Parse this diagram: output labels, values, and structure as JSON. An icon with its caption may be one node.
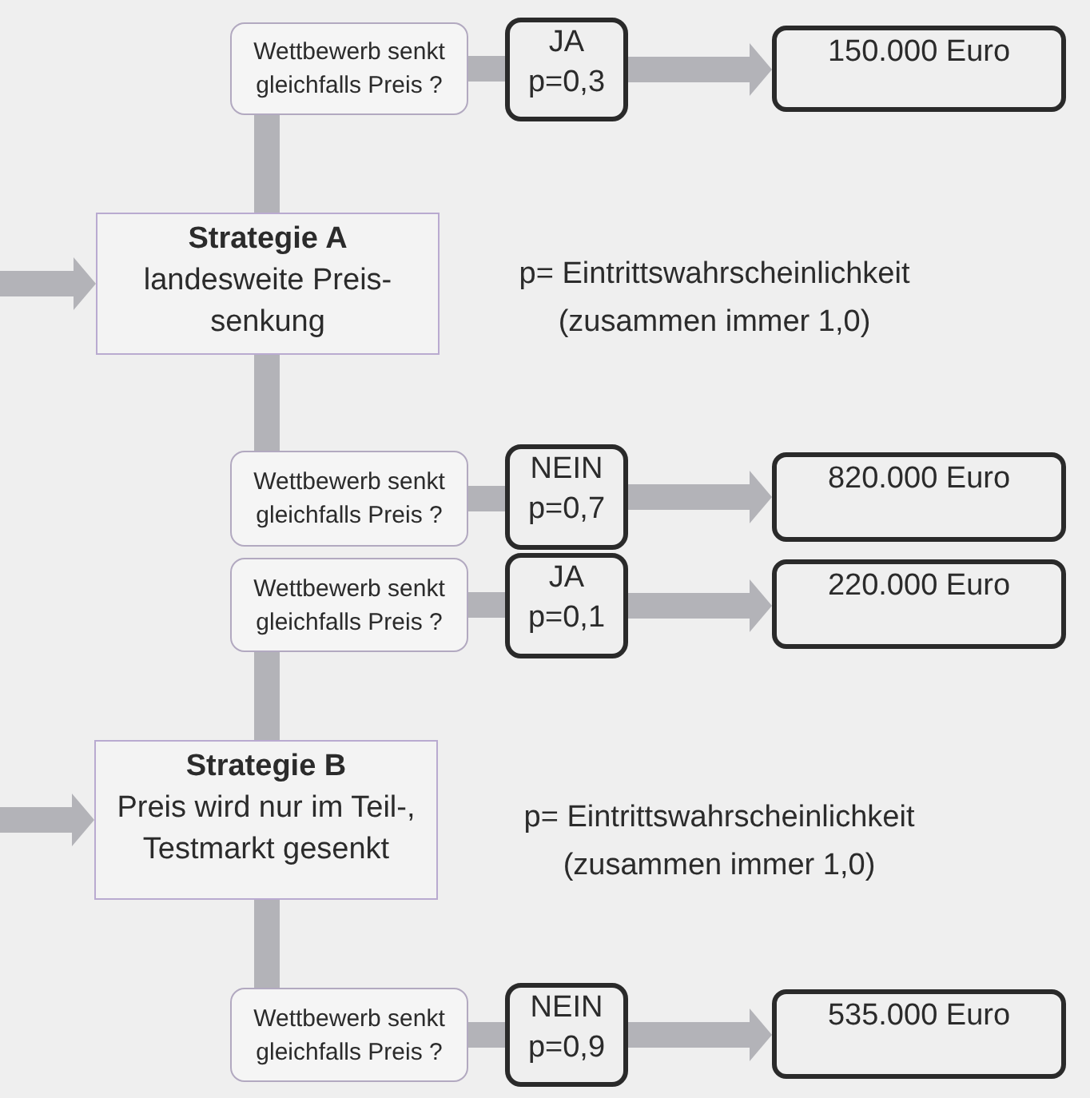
{
  "diagram": {
    "nodes": [
      {
        "text": [
          "Wettbewerb senkt gleichfalls Preis ?"
        ]
      },
      {
        "text": [
          "JA",
          "p=0,3"
        ]
      },
      {
        "text": [
          "150.000 Euro"
        ]
      },
      {
        "text": [
          "Strategie A",
          "landesweite Preis- senkung"
        ]
      },
      {
        "text": [
          "Wettbewerb senkt gleichfalls Preis ?"
        ]
      },
      {
        "text": [
          "NEIN",
          "p=0,7"
        ]
      },
      {
        "text": [
          "820.000 Euro"
        ]
      },
      {
        "text": [
          "Wettbewerb senkt gleichfalls Preis ?"
        ]
      },
      {
        "text": [
          "JA",
          "p=0,1"
        ]
      },
      {
        "text": [
          "220.000 Euro"
        ]
      },
      {
        "text": [
          "Strategie B",
          "Preis wird nur im Teil-, Testmarkt gesenkt"
        ]
      },
      {
        "text": [
          "Wettbewerb senkt gleichfalls Preis ?"
        ]
      },
      {
        "text": [
          "NEIN",
          "p=0,9"
        ]
      },
      {
        "text": [
          "535.000 Euro"
        ]
      }
    ],
    "edges": [
      {
        "from": null,
        "to": 3,
        "arrow": "to"
      },
      {
        "from": 3,
        "to": 0,
        "arrow": "none"
      },
      {
        "from": 0,
        "to": 1,
        "arrow": "none"
      },
      {
        "from": 1,
        "to": 2,
        "arrow": "to"
      },
      {
        "from": 3,
        "to": 4,
        "arrow": "none"
      },
      {
        "from": 4,
        "to": 5,
        "arrow": "none"
      },
      {
        "from": 5,
        "to": 6,
        "arrow": "to"
      },
      {
        "from": 10,
        "to": 7,
        "arrow": "none"
      },
      {
        "from": 7,
        "to": 8,
        "arrow": "none"
      },
      {
        "from": 8,
        "to": 9,
        "arrow": "to"
      },
      {
        "from": null,
        "to": 10,
        "arrow": "to"
      },
      {
        "from": 10,
        "to": 11,
        "arrow": "none"
      },
      {
        "from": 11,
        "to": 12,
        "arrow": "none"
      },
      {
        "from": 12,
        "to": 13,
        "arrow": "to"
      }
    ],
    "labels": [
      "p= Eintrittswahrscheinlichkeit (zusammen immer 1,0)",
      "p= Eintrittswahrscheinlichkeit (zusammen immer 1,0)"
    ]
  }
}
